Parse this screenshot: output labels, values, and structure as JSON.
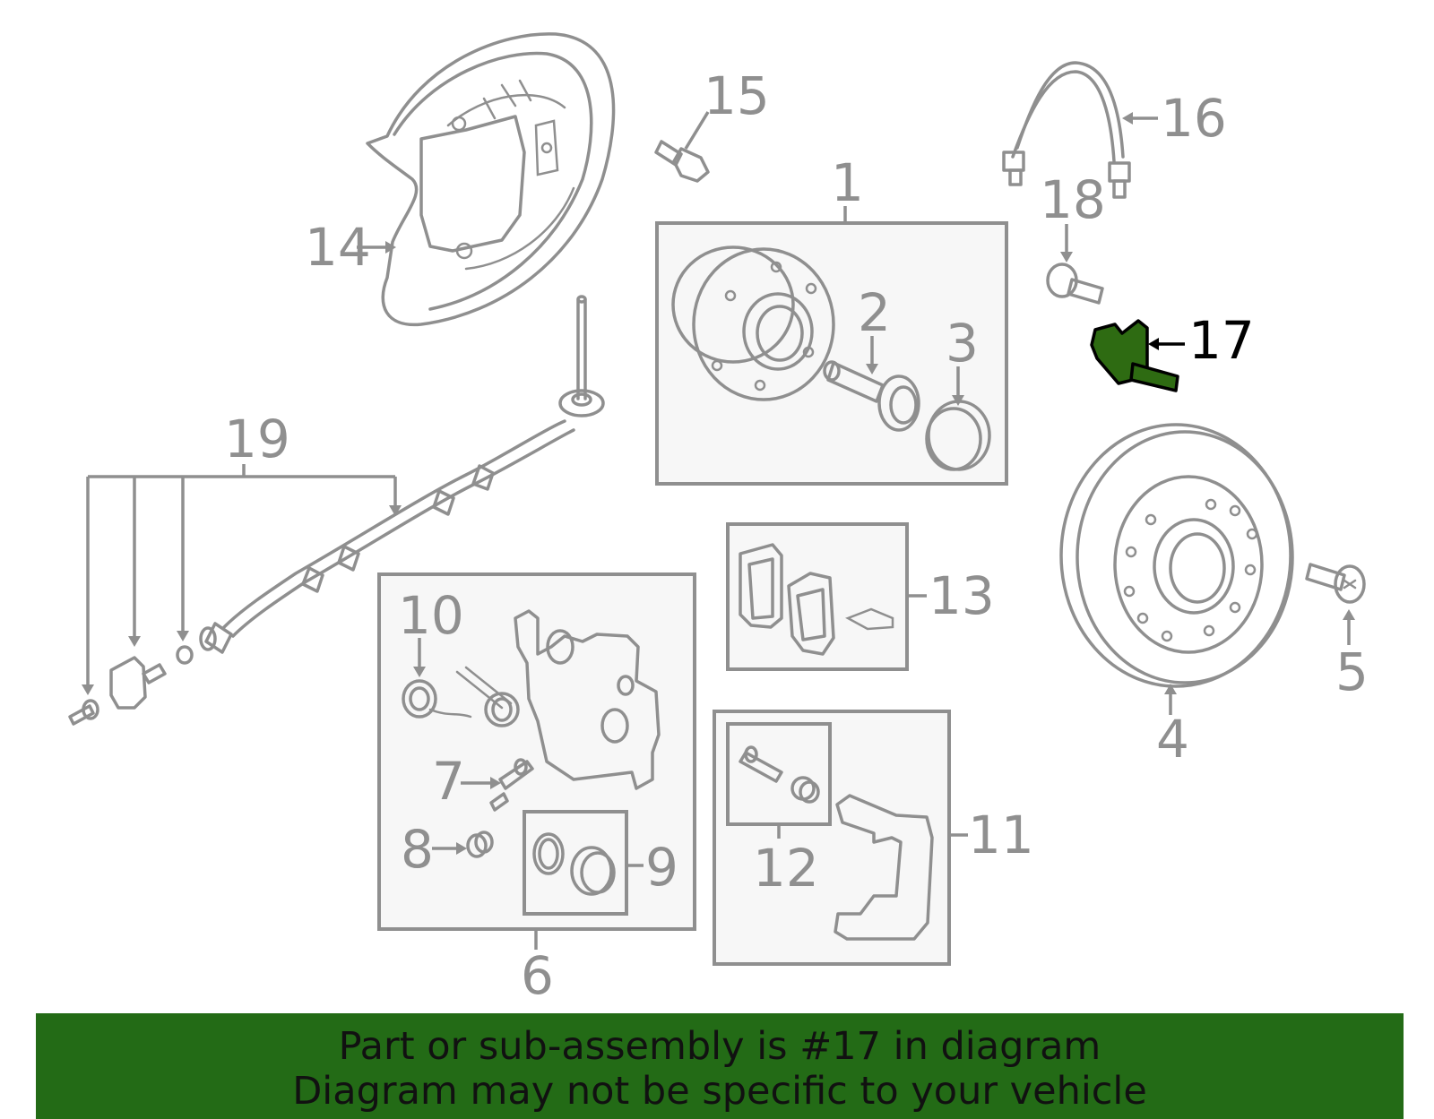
{
  "labels": {
    "p1": "1",
    "p2": "2",
    "p3": "3",
    "p4": "4",
    "p5": "5",
    "p6": "6",
    "p7": "7",
    "p8": "8",
    "p9": "9",
    "p10": "10",
    "p11": "11",
    "p12": "12",
    "p13": "13",
    "p14": "14",
    "p15": "15",
    "p16": "16",
    "p17": "17",
    "p18": "18",
    "p19": "19"
  },
  "highlight": {
    "part": "17",
    "color": "#2e6b12"
  },
  "banner": {
    "line1": "Part or sub-assembly is #17 in diagram",
    "line2": "Diagram may not be specific to your vehicle",
    "bg_color": "#236b16"
  },
  "colors": {
    "line": "#8f8f8f",
    "box_fill": "#f7f7f7"
  }
}
